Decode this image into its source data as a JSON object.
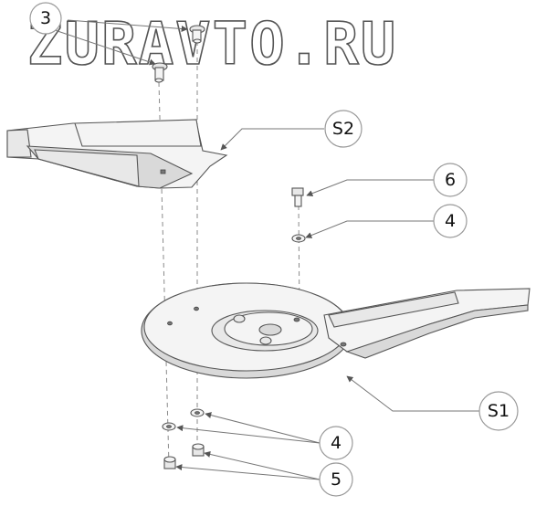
{
  "watermark": "ZURAVTO.RU",
  "callouts": {
    "c3": "3",
    "cS2": "S2",
    "c6": "6",
    "c4_top": "4",
    "cS1": "S1",
    "c4_bottom": "4",
    "c5": "5"
  }
}
